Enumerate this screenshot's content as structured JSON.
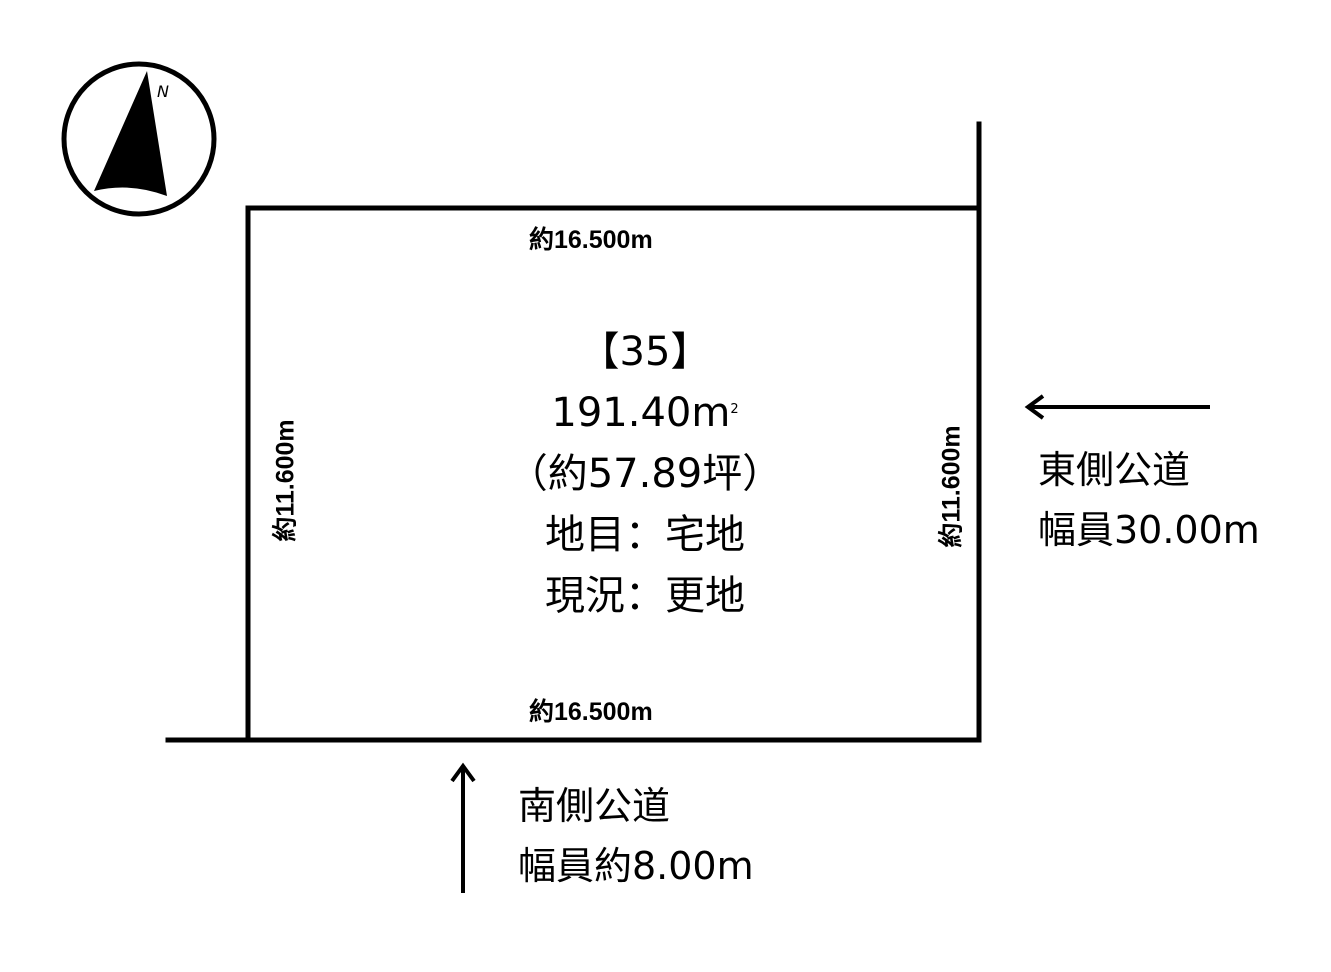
{
  "compass": {
    "label": "N"
  },
  "lot": {
    "number": "【35】",
    "area_value": "191.40m",
    "area_unit_sup": "2",
    "area_tsubo": "（約57.89坪）",
    "land_category": "地目：宅地",
    "current_status": "現況：更地"
  },
  "dimensions": {
    "top": "約16.500m",
    "bottom": "約16.500m",
    "left": "約11.600m",
    "right": "約11.600m"
  },
  "roads": {
    "east": {
      "name": "東側公道",
      "width": "幅員30.00m"
    },
    "south": {
      "name": "南側公道",
      "width": "幅員約8.00m"
    }
  },
  "colors": {
    "line": "#000000",
    "background": "#ffffff"
  }
}
